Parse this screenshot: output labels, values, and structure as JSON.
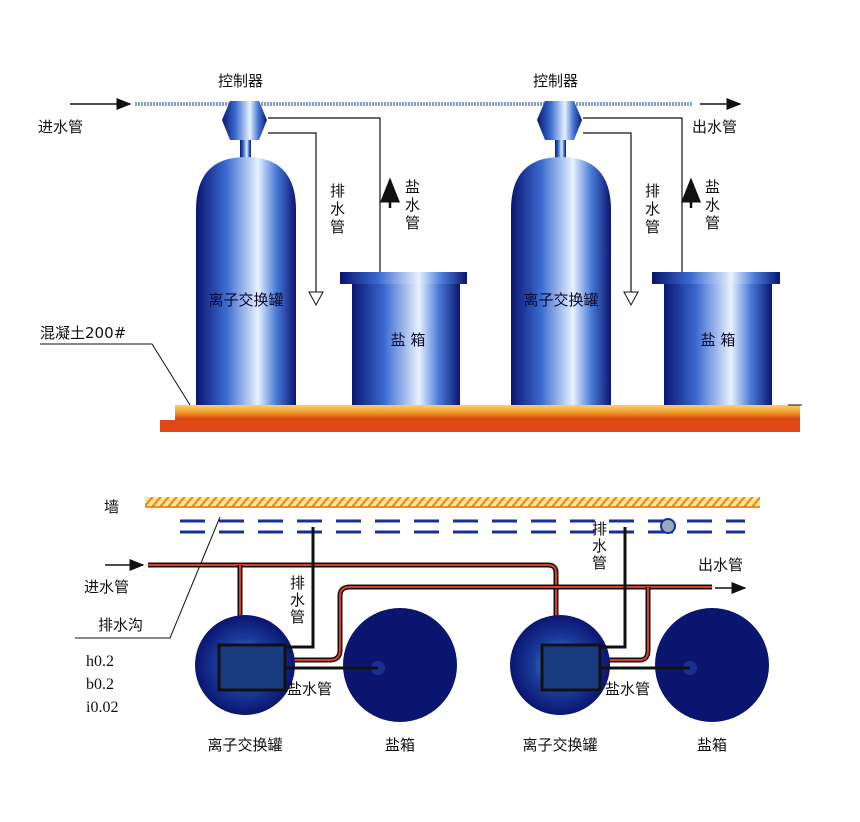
{
  "elevation": {
    "controller": "控制器",
    "inlet_pipe": "进水管",
    "outlet_pipe": "出水管",
    "drain_pipe": [
      "排",
      "水",
      "管"
    ],
    "brine_pipe": [
      "盐",
      "水",
      "管"
    ],
    "ion_exchange_tank": "离子交换罐",
    "salt_box": "盐  箱",
    "concrete": "混凝土200#"
  },
  "plan": {
    "wall": "墙",
    "inlet_pipe": "进水管",
    "outlet_pipe": "出水管",
    "drain_ditch": "排水沟",
    "drain_pipe": [
      "排",
      "水",
      "管"
    ],
    "brine_pipe": "盐水管",
    "ion_exchange_tank": "离子交换罐",
    "salt_box": "盐箱",
    "specs": [
      "h0.2",
      "b0.2",
      "i0.02"
    ]
  },
  "colors": {
    "tank": "#1a2f9a",
    "pipe": "#d8262a",
    "gravel": "#f0a020"
  }
}
